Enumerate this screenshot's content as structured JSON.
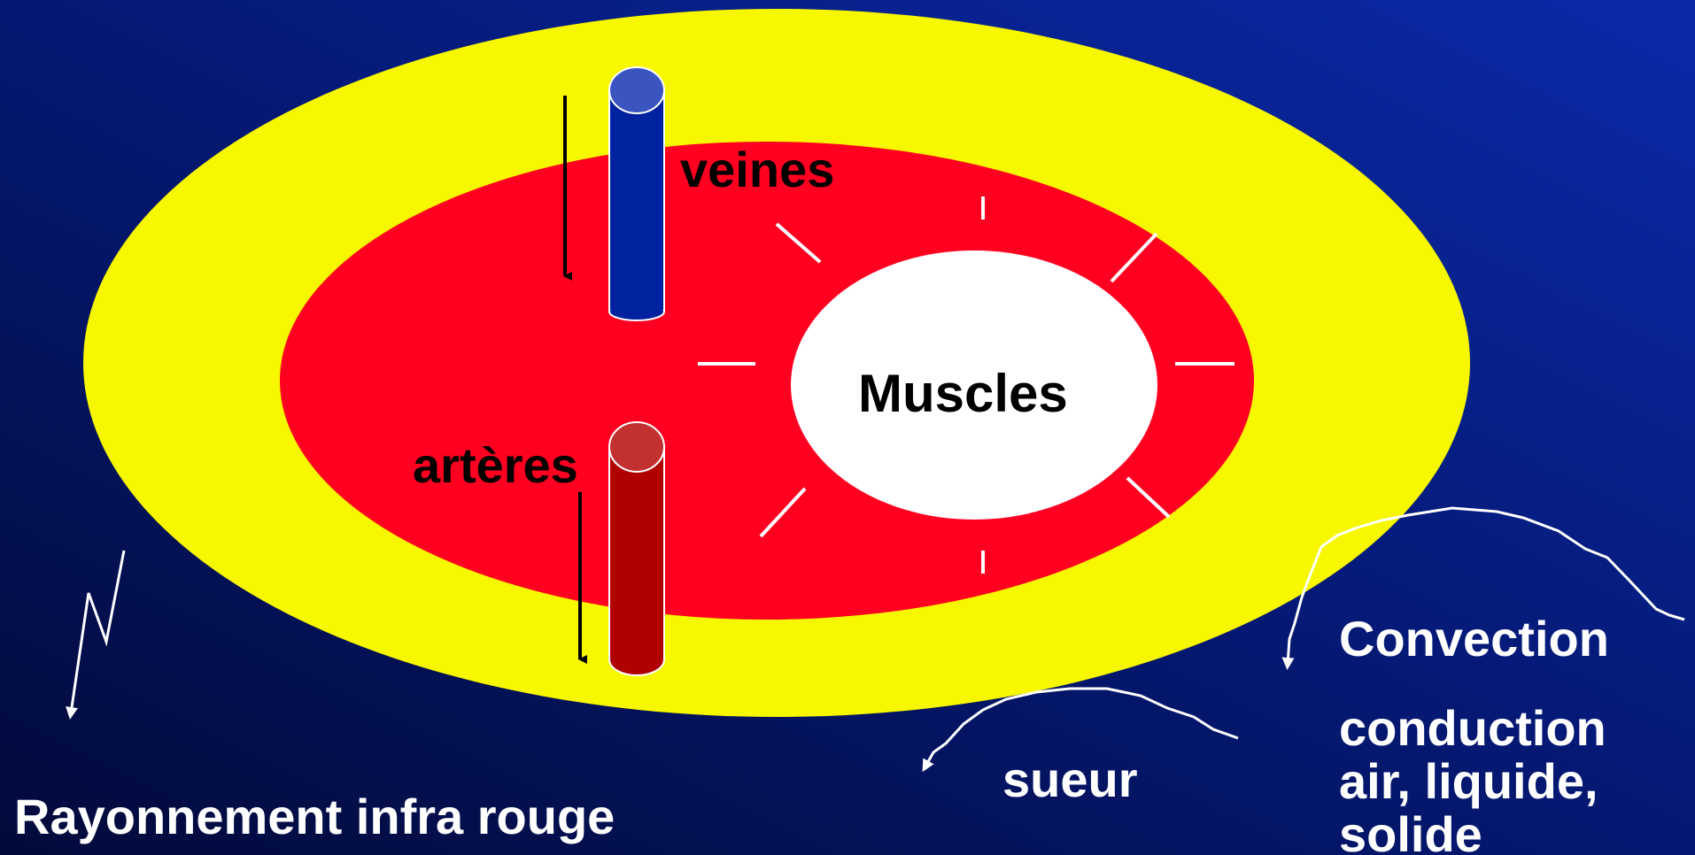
{
  "labels": {
    "veins": "veines",
    "arteries": "artères",
    "muscles": "Muscles",
    "radiation": "Rayonnement infra rouge",
    "sweat": "sueur",
    "convection": "Convection",
    "conduction_line1": "conduction",
    "conduction_line2": "air, liquide,",
    "conduction_line3": "solide"
  },
  "colors": {
    "outer_layer": "#f7f700",
    "inner_layer": "#ff0021",
    "muscle_core": "#ffffff",
    "vein": "#0022a0",
    "vein_top": "#3a55c0",
    "artery": "#b00000",
    "artery_top": "#c23030",
    "radiation_lines": "#ffffff",
    "flow_arrows": "#000000"
  }
}
